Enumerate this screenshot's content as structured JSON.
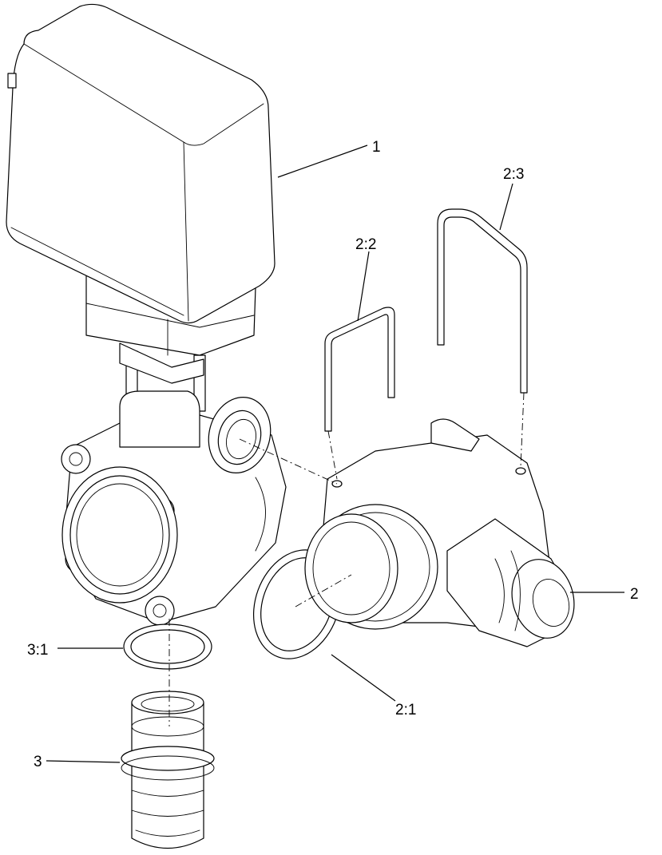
{
  "diagram": {
    "callouts": {
      "c1": "1",
      "c2": "2",
      "c21": "2:1",
      "c22": "2:2",
      "c23": "2:3",
      "c3": "3",
      "c31": "3:1"
    }
  }
}
